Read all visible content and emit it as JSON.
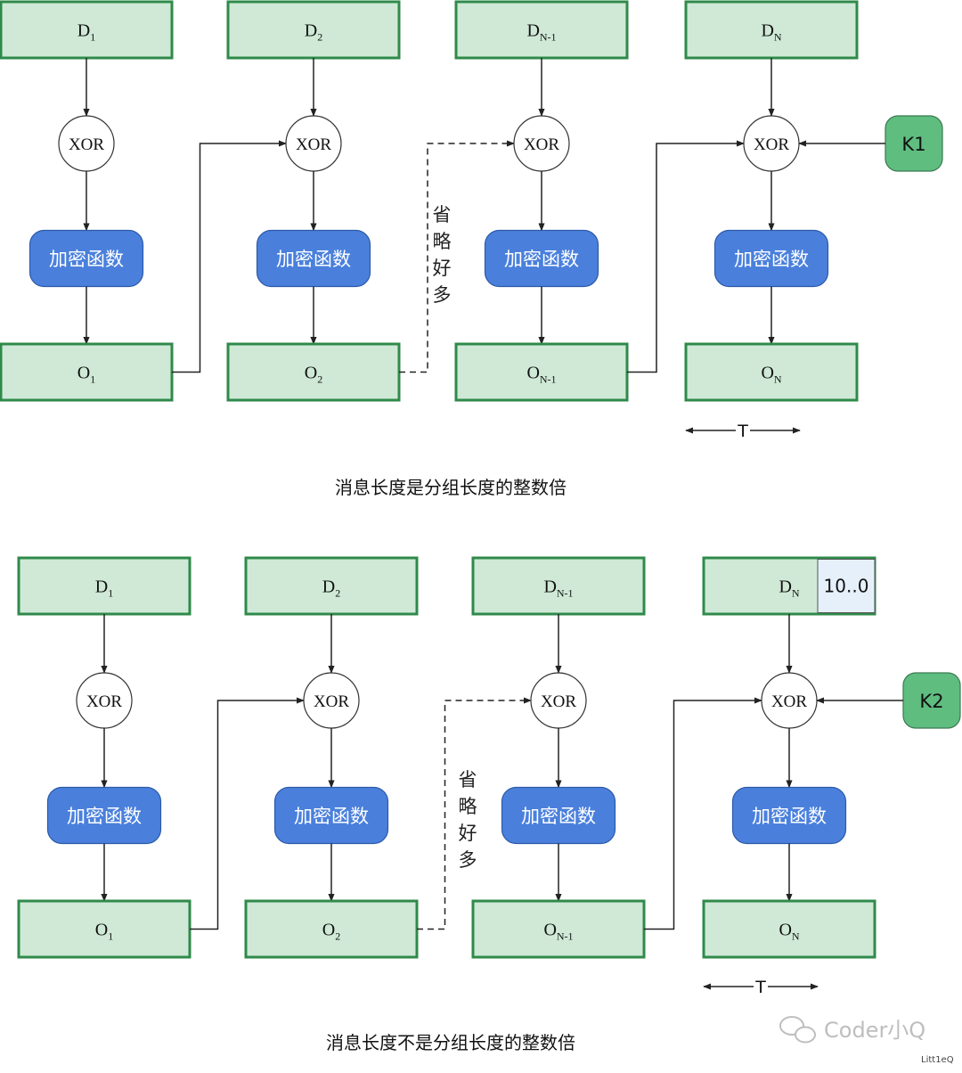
{
  "colors": {
    "block_fill": "#cfe9d6",
    "block_stroke": "#2f8a4a",
    "enc_fill": "#4a80dc",
    "enc_text": "#ffffff",
    "key_fill": "#5fbd80",
    "pad_fill": "#e6f0fb",
    "line": "#222222"
  },
  "icons": {
    "watermark": "wechat-icon"
  },
  "sections": [
    {
      "id": "top",
      "inputs": [
        {
          "base": "D",
          "sub": "1"
        },
        {
          "base": "D",
          "sub": "2"
        },
        {
          "base": "D",
          "sub": "N-1"
        },
        {
          "base": "D",
          "sub": "N"
        }
      ],
      "xor_label": "XOR",
      "enc_label": "加密函数",
      "outputs": [
        {
          "base": "O",
          "sub": "1"
        },
        {
          "base": "O",
          "sub": "2"
        },
        {
          "base": "O",
          "sub": "N-1"
        },
        {
          "base": "O",
          "sub": "N"
        }
      ],
      "omitted_note": [
        "省",
        "略",
        "好",
        "多"
      ],
      "key_label": "K1",
      "padding_label": "",
      "t_label": "T",
      "caption": "消息长度是分组长度的整数倍"
    },
    {
      "id": "bottom",
      "inputs": [
        {
          "base": "D",
          "sub": "1"
        },
        {
          "base": "D",
          "sub": "2"
        },
        {
          "base": "D",
          "sub": "N-1"
        },
        {
          "base": "D",
          "sub": "N"
        }
      ],
      "xor_label": "XOR",
      "enc_label": "加密函数",
      "outputs": [
        {
          "base": "O",
          "sub": "1"
        },
        {
          "base": "O",
          "sub": "2"
        },
        {
          "base": "O",
          "sub": "N-1"
        },
        {
          "base": "O",
          "sub": "N"
        }
      ],
      "omitted_note": [
        "省",
        "略",
        "好",
        "多"
      ],
      "key_label": "K2",
      "padding_label": "10..0",
      "t_label": "T",
      "caption": "消息长度不是分组长度的整数倍"
    }
  ],
  "watermark": {
    "text": "Coder小Q",
    "handle": "Litt1eQ"
  }
}
